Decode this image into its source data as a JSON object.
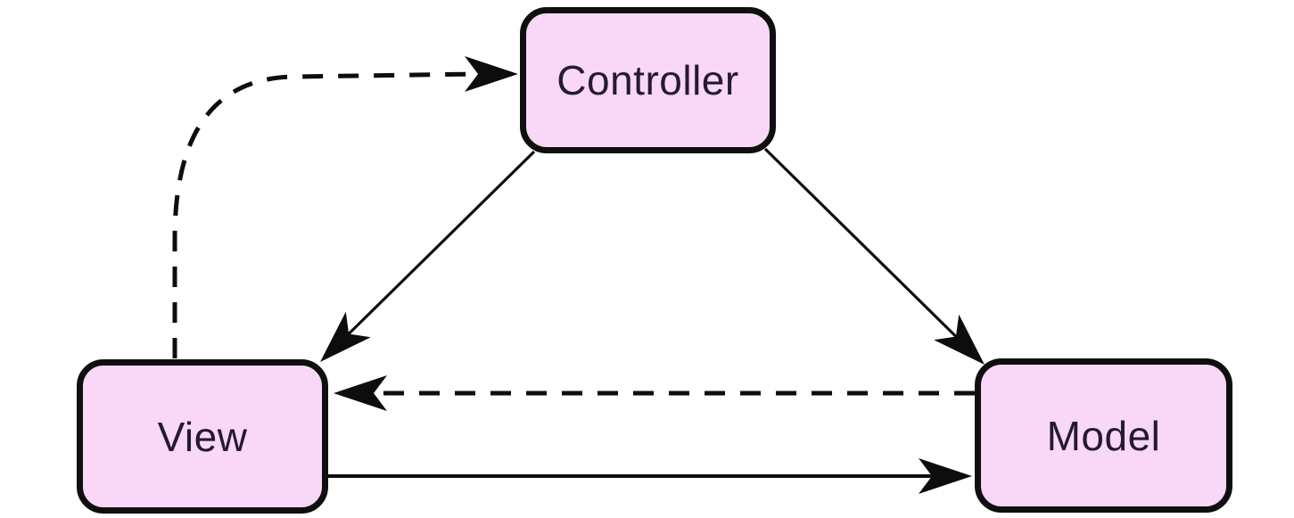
{
  "diagram": {
    "type": "flow-diagram",
    "subject": "Model-View-Controller pattern",
    "background_color": "#ffffff",
    "colors": {
      "node_fill": "#f9d7f6",
      "node_border": "#0f0f0f",
      "node_text": "#241a33",
      "arrow": "#0d0d0d"
    },
    "nodes": [
      {
        "id": "controller",
        "label": "Controller"
      },
      {
        "id": "view",
        "label": "View"
      },
      {
        "id": "model",
        "label": "Model"
      }
    ],
    "edges": [
      {
        "from": "view",
        "to": "controller",
        "style": "dashed",
        "shape": "curved"
      },
      {
        "from": "controller",
        "to": "view",
        "style": "solid",
        "shape": "straight-diagonal"
      },
      {
        "from": "controller",
        "to": "model",
        "style": "solid",
        "shape": "straight-diagonal"
      },
      {
        "from": "model",
        "to": "view",
        "style": "dashed",
        "shape": "straight-horizontal"
      },
      {
        "from": "view",
        "to": "model",
        "style": "solid",
        "shape": "straight-horizontal"
      }
    ]
  }
}
